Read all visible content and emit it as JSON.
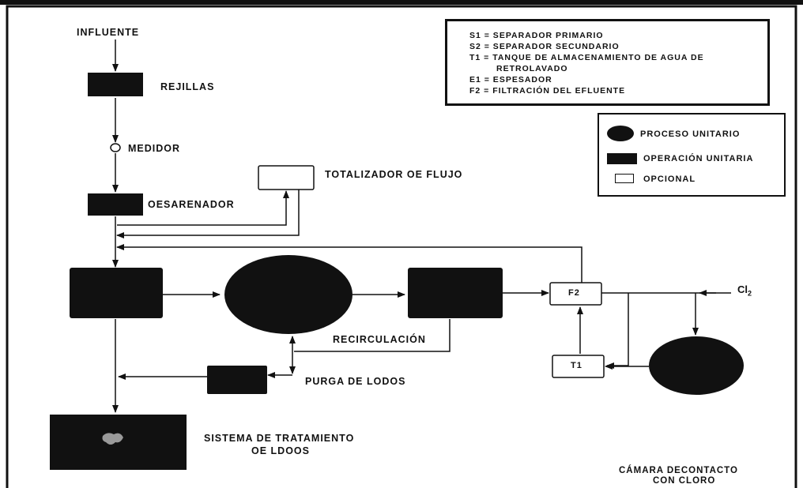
{
  "nodes": {
    "influente": "INFLUENTE",
    "rejillas": "REJILLAS",
    "medidor": "MEDIDOR",
    "totalizador": "TOTALIZADOR OE FLUJO",
    "desarenador": "OESARENADOR",
    "f2": "F2",
    "t1": "T1",
    "cl2": "Cl",
    "cl2_sub": "2",
    "recirculacion": "RECIRCULACIÓN",
    "purga": "PURGA DE LODOS",
    "sistema_line1": "SISTEMA DE TRATAMIENTO",
    "sistema_line2": "OE LDOOS",
    "camara_line1": "CÁMARA DECONTACTO",
    "camara_line2": "CON CLORO"
  },
  "key": {
    "lines": [
      "S1 = SEPARADOR PRIMARIO",
      "S2 = SEPARADOR SECUNDARIO",
      "T1 = TANQUE DE ALMACENAMIENTO DE AGUA DE",
      "RETROLAVADO",
      "E1 =  ESPESADOR",
      "F2 = FILTRACIÓN DEL EFLUENTE"
    ]
  },
  "legend": {
    "proceso": "PROCESO UNITARIO",
    "operacion": "OPERACIÓN UNITARIA",
    "opcional": "OPCIONAL"
  },
  "colors": {
    "ink": "#111111",
    "paper": "#ffffff"
  }
}
